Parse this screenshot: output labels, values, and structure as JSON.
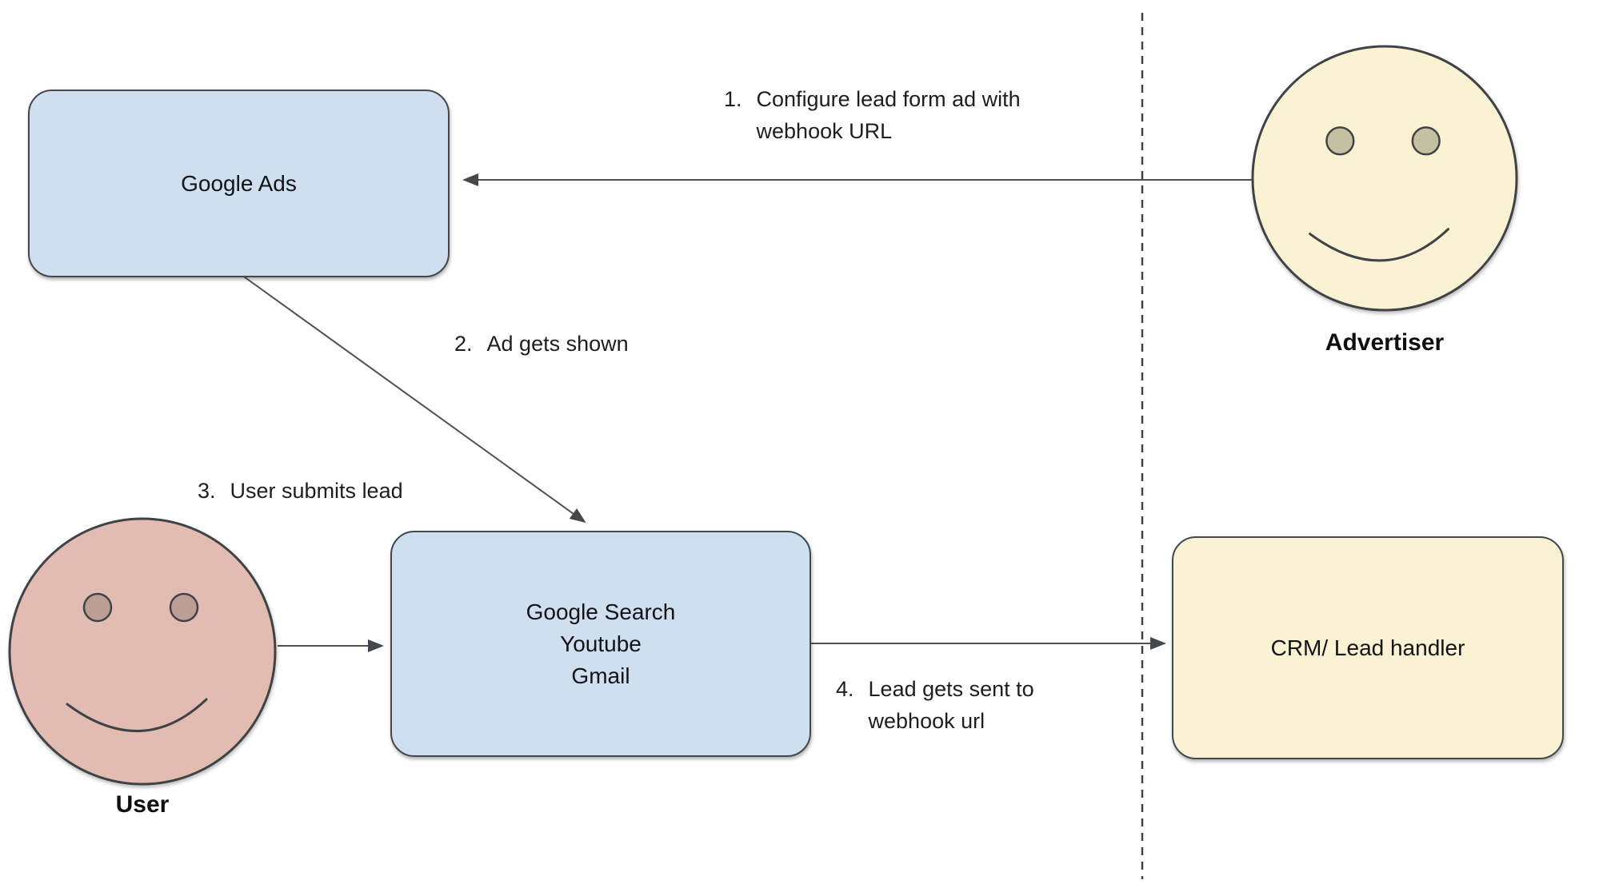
{
  "colors": {
    "box_blue": "#cfdfef",
    "box_yellow": "#faf2d2",
    "user_face": "#e2bcb1",
    "user_eye": "#bd9e94",
    "advertiser_eye": "#c6c0a3",
    "stroke": "#44484c",
    "line": "#4d5156"
  },
  "nodes": {
    "google_ads": {
      "label": "Google Ads"
    },
    "platforms": {
      "label": "Google Search\nYoutube\nGmail"
    },
    "crm": {
      "label": "CRM/ Lead handler"
    },
    "advertiser": {
      "label": "Advertiser"
    },
    "user": {
      "label": "User"
    }
  },
  "steps": [
    {
      "num": "1.",
      "text": "Configure lead form ad with\nwebhook URL"
    },
    {
      "num": "2.",
      "text": "Ad gets shown"
    },
    {
      "num": "3.",
      "text": "User submits lead"
    },
    {
      "num": "4.",
      "text": "Lead gets sent to\nwebhook url"
    }
  ]
}
